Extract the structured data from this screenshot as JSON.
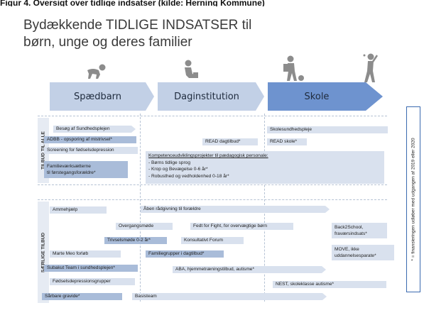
{
  "header": {
    "cut_title": "Figur 4. Oversigt over tidlige indsatser (kilde: Herning Kommune)",
    "title_line1": "Bydækkende TIDLIGE INDSATSER til",
    "title_line2": "børn, unge og deres familier"
  },
  "phases": {
    "spaedbarn": "Spædbarn",
    "daginstitution": "Daginstitution",
    "skole": "Skole"
  },
  "icons": [
    "crawling-baby-icon",
    "child-playing-icon",
    "schoolchild-icon",
    "teenager-icon"
  ],
  "sections": {
    "alle": "TILBUD TIL ALLE",
    "saerlige": "SÆRLIGE TILBUD"
  },
  "alle": {
    "besoeg": "Besøg af Sundhedsplejen",
    "adbb": "ADBB - opsporing af mistrivsel*",
    "screening": "Screening for fødselsdepression",
    "familie1": "Familieværksætterne",
    "familie2": "til førstegangsforældre*",
    "read_dag": "READ dagtilbud*",
    "read_skole": "READ skole*",
    "skolesundhed": "Skolesundhedspleje",
    "komp_head": "Kompetenceudviklingsprojekter til pædagogisk personale:",
    "komp1": "- Børns tidlige sprog",
    "komp2": "- Krop og Bevægelse 0-6 år*",
    "komp3": "- Robusthed og vedholdenhed 0-18 år*"
  },
  "saerlige": {
    "ammehjaelp": "Ammehjælp",
    "aaben": "Åben rådgivning til forældre",
    "overgang": "Overgangsmøde",
    "fedt": "Fedt for Fight, for overvægtige børn",
    "back1": "Back2School,",
    "back2": "fraværsindsats*",
    "trivsel": "Trivselsmøde 0-2 år*",
    "konsul": "Konsultativt Forum",
    "marte": "Marte Meo forløb",
    "famgrp": "Familiegrupper i dagtilbud*",
    "move1": "MOVE, ikke",
    "move2": "uddannelsesparate*",
    "subakut": "Subakut Team i sundhedsplejen*",
    "aba": "ABA, hjemmetræningstilbud, autisme*",
    "foedsel": "Fødselsdepressionsgrupper",
    "nest": "NEST, skoleklasse autisme*",
    "saarbare": "Sårbare gravide*",
    "basis": "Basisteam"
  },
  "note": "* = finansieringen udløber med udgangen af 2019 eller 2020",
  "colors": {
    "chevron_light": "#c2d0e6",
    "chevron_dark": "#6e93cf",
    "box_light": "#d9e1ee",
    "box_dark": "#a9bcd9",
    "icon_gray": "#8c8c8c",
    "note_border": "#3b6ab0"
  }
}
